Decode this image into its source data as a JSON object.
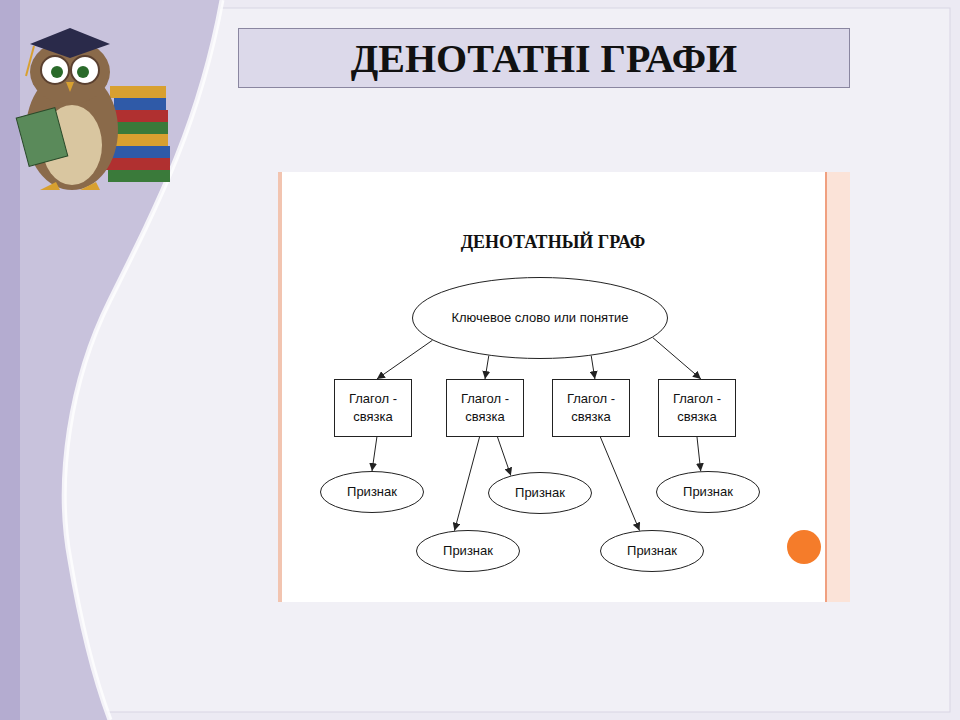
{
  "diagram": {
    "title": "ДЕНОТАТНІ ГРАФИ",
    "nodes": [
      {
        "text": [
          "Ключевое слово или понятие"
        ]
      },
      {
        "text": [
          "Глагол - связка"
        ]
      },
      {
        "text": [
          "Глагол - связка"
        ]
      },
      {
        "text": [
          "Глагол - связка"
        ]
      },
      {
        "text": [
          "Глагол - связка"
        ]
      },
      {
        "text": [
          "Признак"
        ]
      },
      {
        "text": [
          "Признак"
        ]
      },
      {
        "text": [
          "Признак"
        ]
      },
      {
        "text": [
          "Признак"
        ]
      },
      {
        "text": [
          "Признак"
        ]
      }
    ],
    "edges": [
      {
        "from": 0,
        "to": 1,
        "arrow": "to"
      },
      {
        "from": 0,
        "to": 2,
        "arrow": "to"
      },
      {
        "from": 0,
        "to": 3,
        "arrow": "to"
      },
      {
        "from": 0,
        "to": 4,
        "arrow": "to"
      },
      {
        "from": 1,
        "to": 5,
        "arrow": "to"
      },
      {
        "from": 2,
        "to": 8,
        "arrow": "to"
      },
      {
        "from": 2,
        "to": 6,
        "arrow": "to"
      },
      {
        "from": 3,
        "to": 9,
        "arrow": "to"
      },
      {
        "from": 4,
        "to": 7,
        "arrow": "to"
      }
    ],
    "labels": [
      "ДЕНОТАТНЫЙ ГРАФ"
    ]
  }
}
